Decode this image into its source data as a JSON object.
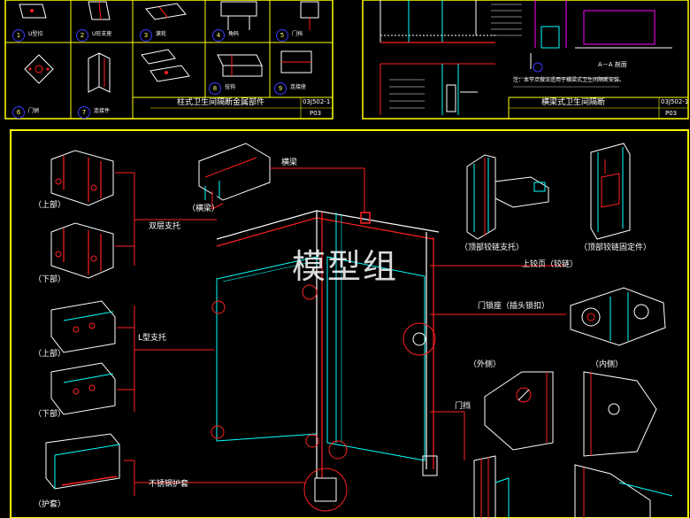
{
  "top_left_panel": {
    "title": "柱式卫生间隔断金属部件",
    "code": "03J502-1",
    "page": "P03",
    "labels": [
      "U型扣",
      "U形支座",
      "滚轮",
      "角码",
      "门挡",
      "门销",
      "连接件",
      "挂钩",
      "连接座"
    ],
    "item_numbers": [
      "1",
      "2",
      "3",
      "4",
      "5",
      "6",
      "7",
      "8",
      "9"
    ]
  },
  "top_right_panel": {
    "title": "横梁式卫生间隔断",
    "code": "03J502-1",
    "page": "P03",
    "section_label": "A－A 剖面",
    "note": "注：本节点做法适用于横梁式卫生间隔断安装。"
  },
  "main_panel": {
    "watermark": "模型组",
    "labels": {
      "top_rail": "横梁",
      "hinge_support": "双层支托",
      "double_support": "L型支托",
      "upper1": "（上部）",
      "lower1": "（下部）",
      "upper2": "（上部）",
      "lower2": "（下部）",
      "rail_profile": "（横梁）",
      "guard": "不锈钢护套",
      "guard_view": "（护套）",
      "top_hinge": "（顶部铰链支托）",
      "top_hinge_support": "（顶部铰链固定件）",
      "upper_hinge": "上铰页（铰链）",
      "door_lock": "门锁座（插头锁扣）",
      "outer": "（外侧）",
      "inner": "（内侧）",
      "door_stop": "门挡"
    }
  },
  "colors": {
    "frame": "#ffff00",
    "cyan": "#00ffff",
    "red": "#ff2020",
    "white": "#ffffff",
    "magenta": "#ff00ff"
  }
}
